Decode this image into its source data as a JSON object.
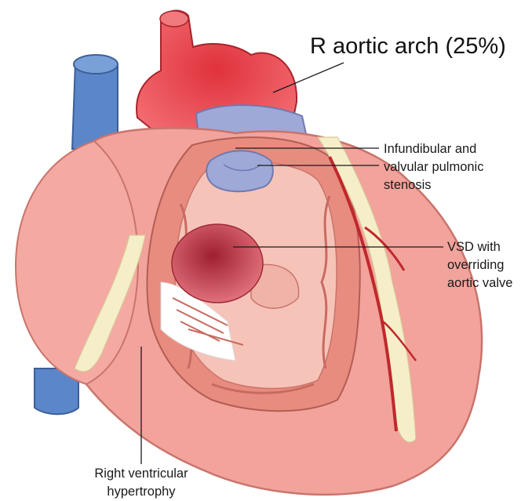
{
  "figure": {
    "title": "R aortic arch (25%)",
    "labels": {
      "infundibular": [
        "Infundibular and",
        "valvular pulmonic",
        "stenosis"
      ],
      "vsd": [
        "VSD with",
        "overriding",
        "aortic valve"
      ],
      "rvh": [
        "Right ventricular",
        "hypertrophy"
      ]
    }
  },
  "colors": {
    "heart_outer": "#f2a39b",
    "heart_outline": "#c9746c",
    "chamber_wall": "#e88c7f",
    "chamber_inner": "#f6c3b8",
    "aorta": "#e8414c",
    "vein": "#5b86c9",
    "pulmonary": "#9ea9d8",
    "fat": "#f6eec8",
    "vessel": "#c0282c",
    "vsd": "#c0394a"
  }
}
